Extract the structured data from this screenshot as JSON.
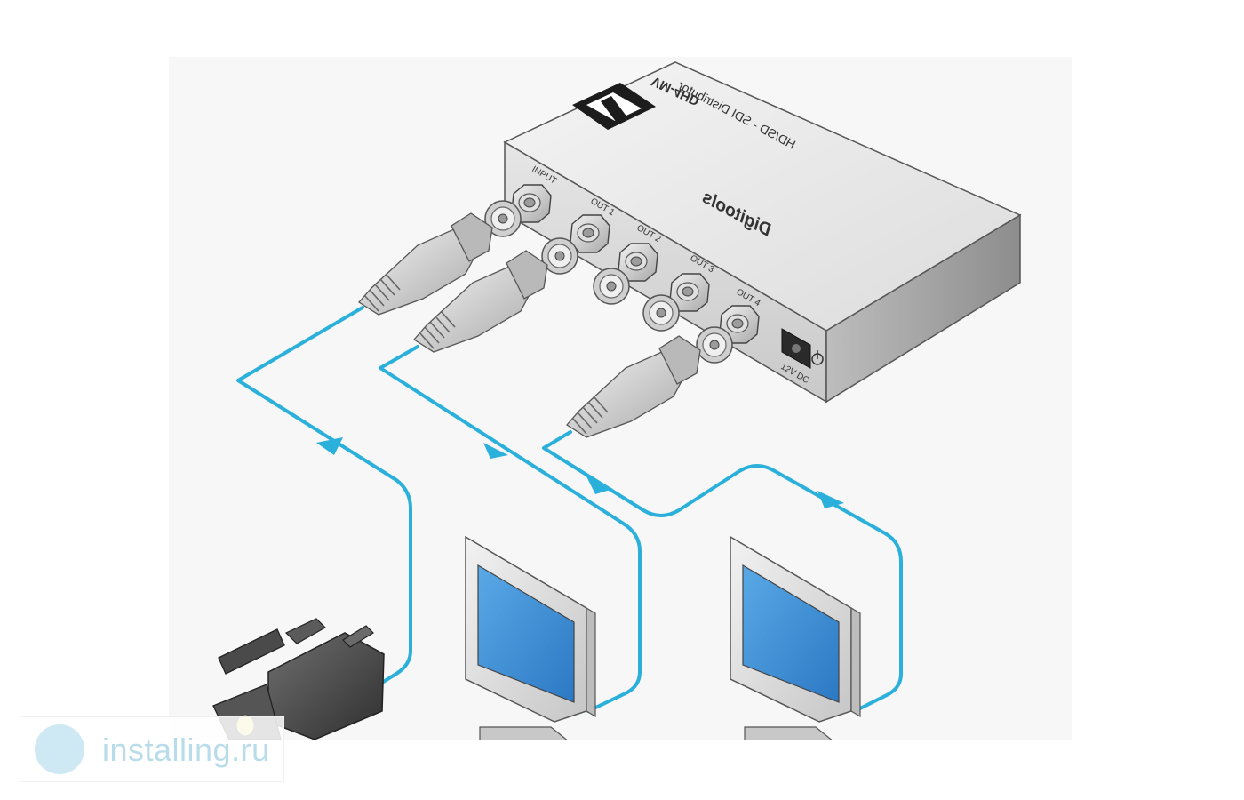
{
  "device": {
    "model": "VM-4HD",
    "subtitle": "HD/SD - SDI Distributor",
    "brand": "Digitools",
    "ports": {
      "input": "INPUT",
      "out1": "OUT 1",
      "out2": "OUT 2",
      "out3": "OUT 3",
      "out4": "OUT 4",
      "power": "12V DC"
    }
  },
  "watermark": {
    "text": "installing.ru"
  },
  "colors": {
    "cable": "#2ab0da",
    "device_top": "#e9e9e9",
    "device_front": "#d7d7d7",
    "device_side": "#a9a9a9",
    "screen": "#3e93d9",
    "screen_dark": "#226bb2",
    "connector": "#d9d9d9"
  },
  "icons": [
    "kramer-logo",
    "video-camera-icon",
    "monitor-icon",
    "bnc-connector-icon",
    "arrow-icon",
    "power-symbol-icon"
  ]
}
